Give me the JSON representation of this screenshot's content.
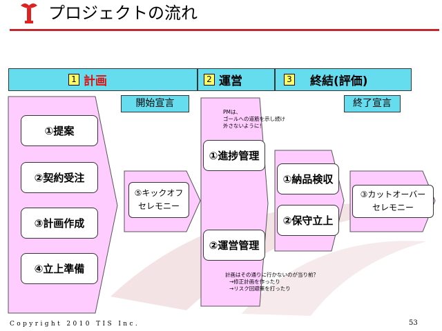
{
  "header": {
    "title": "プロジェクトの流れ"
  },
  "phases": [
    {
      "num": "1",
      "label": "計画",
      "color": "#dd1111"
    },
    {
      "num": "2",
      "label": "運営",
      "color": "#000000"
    },
    {
      "num": "3",
      "label": "終結(評価)",
      "color": "#000000"
    }
  ],
  "milestones": {
    "start": "開始宣言",
    "end": "終了宣言"
  },
  "plan_items": [
    "①提案",
    "②契約受注",
    "③計画作成",
    "④立上準備"
  ],
  "kickoff": {
    "line1": "⑤キックオフ",
    "line2": "セレモニー"
  },
  "operation_items": [
    "①進捗管理",
    "②運営管理"
  ],
  "pm_note": {
    "line1": "PMは、",
    "line2": "ゴールへの道筋を示し続け",
    "line3": "外さないように！"
  },
  "plan_note": {
    "line1": "計画はその通りに行かないのが当り前？",
    "line2": "→修正計画を作ったり",
    "line3": "→リスク回避策を打ったり"
  },
  "close_items": [
    "①納品検収",
    "②保守立上"
  ],
  "cutover": {
    "line1": "③カットオーバー",
    "line2": "セレモニー"
  },
  "footer": {
    "copyright": "Copyright 2010 TIS Inc.",
    "page": "53"
  },
  "colors": {
    "accent": "#c4262e",
    "phase_bar": "#66ddee",
    "flow_fill": "#ffccff",
    "number_box": "#ffff66"
  },
  "icons": {
    "logo": "torch-logo-icon"
  }
}
